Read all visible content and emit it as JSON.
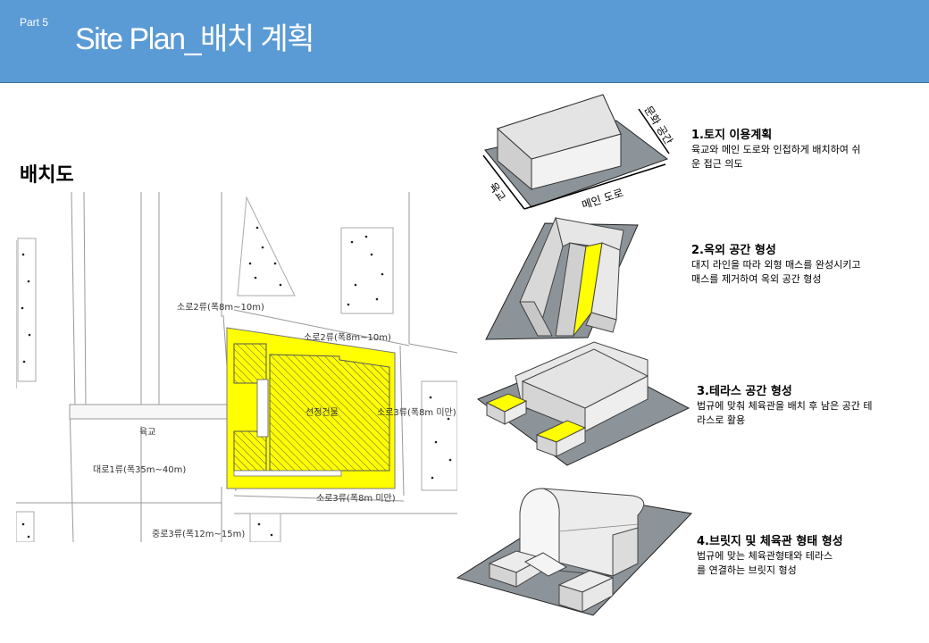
{
  "header": {
    "part": "Part 5",
    "title": "Site Plan_배치 계획"
  },
  "section_title": "배치도",
  "site_plan": {
    "labels": {
      "road_small2_top": "소로2류(폭8m~10m)",
      "road_small2_inner": "소로2류(폭8m~10m)",
      "road_small3_right": "소로3류(폭8m 미만)",
      "road_small3_bottom": "소로3류(폭8m 미만)",
      "bridge": "육교",
      "road_large1": "대로1류(폭35m~40m)",
      "road_mid3": "중로3류(폭12m~15m)",
      "building": "선정건물"
    },
    "colors": {
      "site": "#ffff00",
      "road_line": "#999999"
    }
  },
  "steps": [
    {
      "heading": "1.토지 이용계획",
      "desc_lines": [
        "육교와 메인 도로와 인접하게 배치하여 쉬",
        "운 접근 의도"
      ]
    },
    {
      "heading": "2.옥외 공간 형성",
      "desc_lines": [
        "대지 라인을 따라 외형 매스를 완성시키고",
        "매스를 제거하여 옥외 공간 형성"
      ]
    },
    {
      "heading": "3.테라스 공간 형성",
      "desc_lines": [
        "법규에 맞춰 체육관을 배치 후 남은 공간 테",
        "라스로 활용"
      ]
    },
    {
      "heading": "4.브릿지 및 체육관 형태 형성",
      "desc_lines": [
        "법규에 맞는 체육관형태와 테라스",
        "를 연결하는 브릿지 형성"
      ]
    }
  ],
  "diagram1": {
    "label_bridge": "육교",
    "label_main_road": "메인 도로",
    "label_back": "문화 공간"
  },
  "colors": {
    "header_bg": "#5b9bd5",
    "highlight": "#ffff00",
    "ground": "#8c9499"
  }
}
